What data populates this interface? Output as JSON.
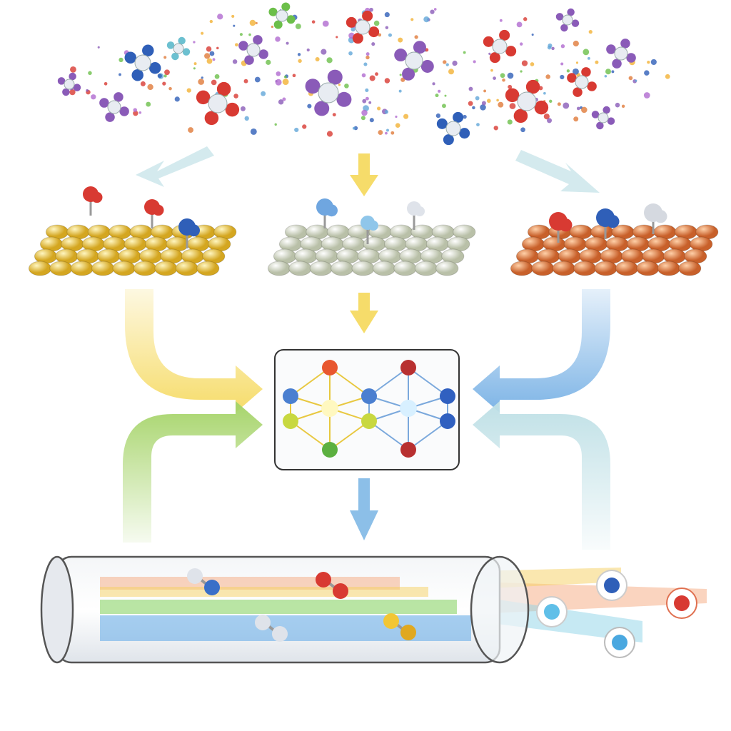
{
  "colors": {
    "background": "#ffffff",
    "gold_surface": "#e8c23a",
    "mixed_surface": "#c9cfb8",
    "copper_surface": "#d9793f",
    "arrow_yellow": "#f6dc6a",
    "arrow_blue": "#7db4e6",
    "arrow_lightblue": "#bfe0e6",
    "arrow_green": "#a6d46a",
    "molecule_red": "#d83a32",
    "molecule_blue": "#2f5fb8",
    "molecule_purple": "#8a5bb8",
    "molecule_white": "#dfe3ea",
    "framework_box_border": "#333333"
  },
  "sections": {
    "gas_cloud": "molecule-cloud",
    "surfaces": [
      "gold-catalyst-surface",
      "mixed-catalyst-surface",
      "copper-catalyst-surface"
    ],
    "framework": "crystal-framework",
    "reactor": "flow-reactor-tube",
    "products": [
      "blue-product",
      "red-product",
      "cyan-product",
      "water-droplet-product"
    ]
  }
}
